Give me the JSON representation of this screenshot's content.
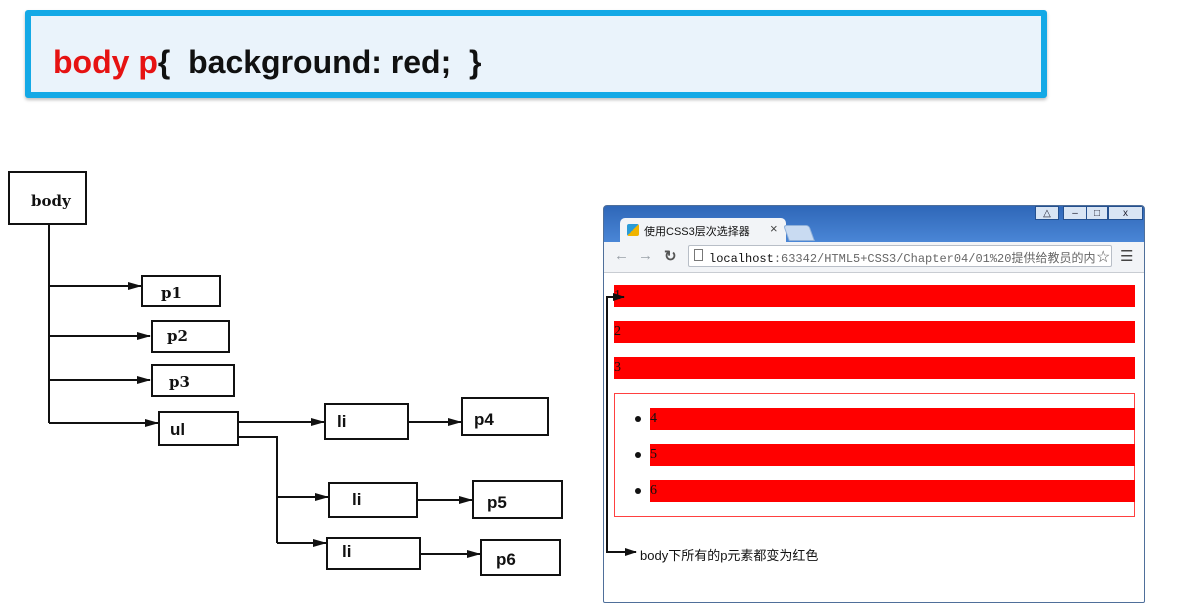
{
  "code": {
    "selector": "body p",
    "rest": "{  background: red;  }"
  },
  "tree": {
    "nodes": [
      {
        "id": "body",
        "label": "body"
      },
      {
        "id": "p1",
        "label": "p1"
      },
      {
        "id": "p2",
        "label": "p2"
      },
      {
        "id": "p3",
        "label": "p3"
      },
      {
        "id": "ul",
        "label": "ul"
      },
      {
        "id": "li1",
        "label": "li"
      },
      {
        "id": "li2",
        "label": "li"
      },
      {
        "id": "li3",
        "label": "li"
      },
      {
        "id": "p4",
        "label": "p4"
      },
      {
        "id": "p5",
        "label": "p5"
      },
      {
        "id": "p6",
        "label": "p6"
      }
    ]
  },
  "browser": {
    "tab_title": "使用CSS3层次选择器",
    "tab_close": "×",
    "url_host": "localhost",
    "url_path": ":63342/HTML5+CSS3/Chapter04/01%20提供给教员的内",
    "paragraphs": [
      "1",
      "2",
      "3"
    ],
    "list_items": [
      "4",
      "5",
      "6"
    ],
    "caption": "body下所有的p元素都变为红色",
    "accent_color": "#ff0000"
  }
}
